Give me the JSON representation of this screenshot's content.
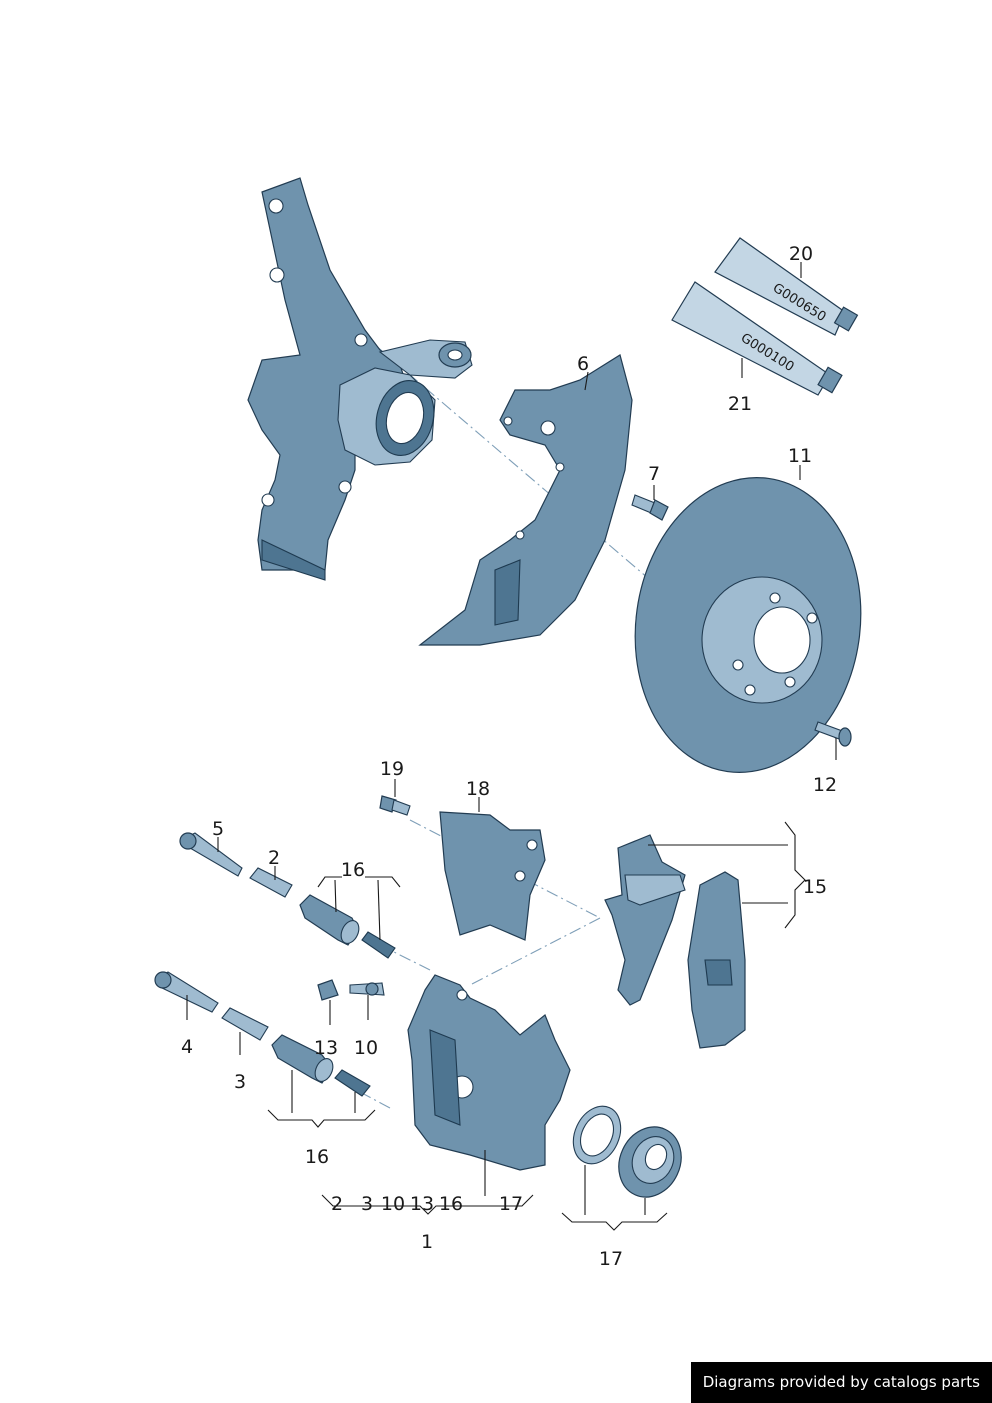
{
  "callouts": {
    "c1": "1",
    "c2a": "2",
    "c2b": "2",
    "c3a": "3",
    "c3b": "3",
    "c4": "4",
    "c5": "5",
    "c6": "6",
    "c7": "7",
    "c10a": "10",
    "c10b": "10",
    "c11": "11",
    "c12": "12",
    "c13a": "13",
    "c13b": "13",
    "c15": "15",
    "c16a": "16",
    "c16b": "16",
    "c16c": "16",
    "c17a": "17",
    "c17b": "17",
    "c18": "18",
    "c19": "19",
    "c20": "20",
    "c21": "21"
  },
  "tubes": {
    "t20": "G000650",
    "t21": "G000100"
  },
  "watermark": "Diagrams provided by catalogs parts",
  "colors": {
    "part": "#6f93ad",
    "outline": "#223c52",
    "watermark_bg": "#000000"
  }
}
